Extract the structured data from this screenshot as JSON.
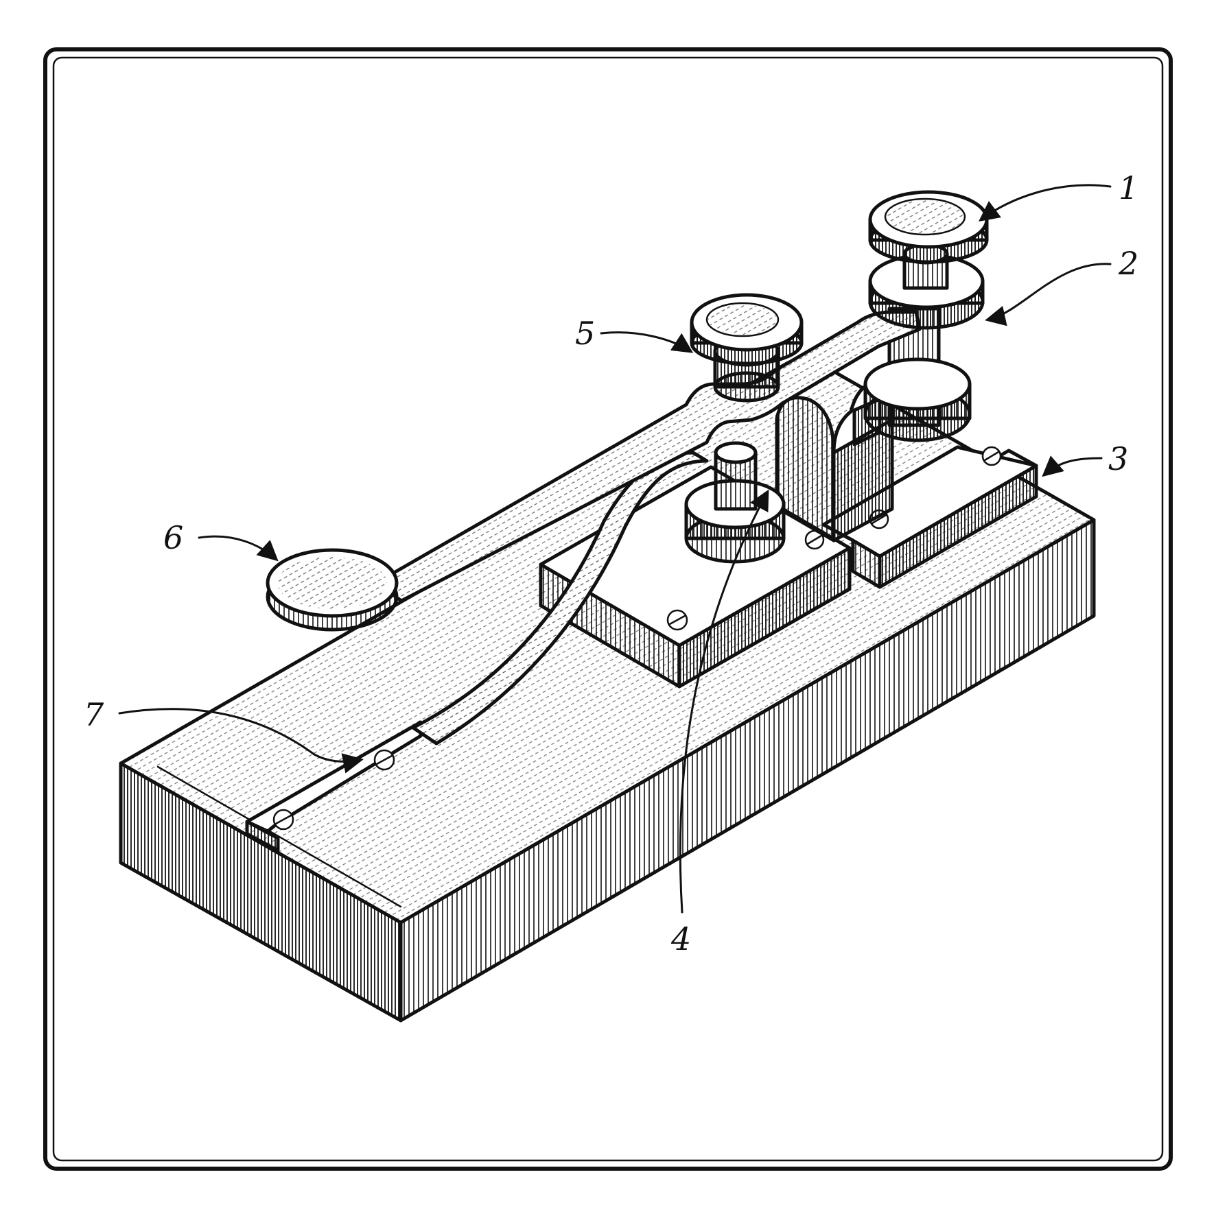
{
  "figure": {
    "subject": "telegraph-key",
    "colors": {
      "ink": "#111111",
      "paper": "#ffffff"
    },
    "reference_numerals": [
      {
        "id": "knob-top",
        "text": "1"
      },
      {
        "id": "collar",
        "text": "2"
      },
      {
        "id": "rear-block",
        "text": "3"
      },
      {
        "id": "contact-post",
        "text": "4"
      },
      {
        "id": "adjust-knob",
        "text": "5"
      },
      {
        "id": "finger-pad",
        "text": "6"
      },
      {
        "id": "spring-strip",
        "text": "7"
      }
    ]
  }
}
